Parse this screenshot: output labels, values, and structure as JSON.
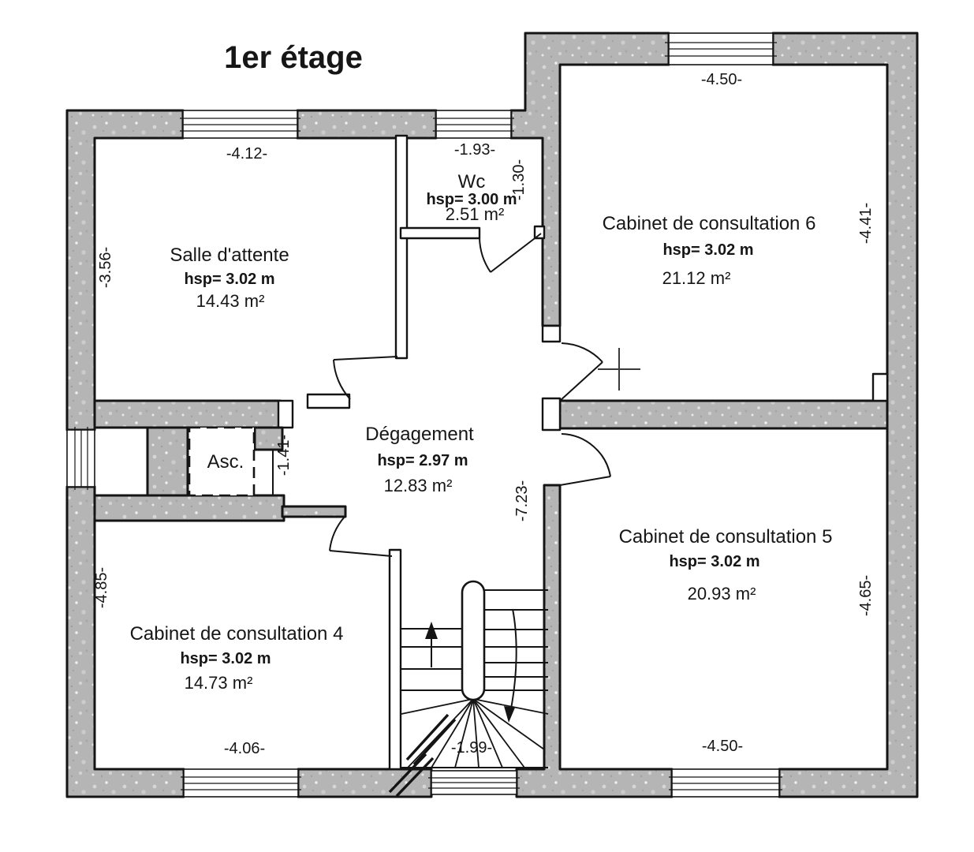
{
  "title": "1er étage",
  "colors": {
    "wall_gray": "#b5b5b5",
    "ink": "#161616",
    "paper": "#ffffff"
  },
  "rooms": {
    "salle": {
      "name": "Salle d'attente",
      "hsp": "hsp= 3.02 m",
      "area": "14.43 m²"
    },
    "wc": {
      "name": "Wc",
      "hsp": "hsp= 3.00 m",
      "area": "2.51 m²"
    },
    "cab6": {
      "name": "Cabinet de consultation 6",
      "hsp": "hsp= 3.02 m",
      "area": "21.12 m²"
    },
    "deg": {
      "name": "Dégagement",
      "hsp": "hsp= 2.97 m",
      "area": "12.83 m²"
    },
    "asc": {
      "name": "Asc."
    },
    "cab4": {
      "name": "Cabinet de consultation 4",
      "hsp": "hsp= 3.02 m",
      "area": "14.73 m²"
    },
    "cab5": {
      "name": "Cabinet de consultation 5",
      "hsp": "hsp= 3.02 m",
      "area": "20.93 m²"
    }
  },
  "dimensions": {
    "salle_top": "-4.12-",
    "wc_top": "-1.93-",
    "cab6_top": "-4.50-",
    "salle_left": "-3.56-",
    "wc_right": "-1.30-",
    "cab6_right": "-4.41-",
    "asc_passage": "-1.41-",
    "deg_right": "-7.23-",
    "cab4_left": "-4.85-",
    "cab5_right": "-4.65-",
    "cab4_bottom": "-4.06-",
    "stairs_bottom": "-1.99-",
    "cab5_bottom": "-4.50-"
  }
}
